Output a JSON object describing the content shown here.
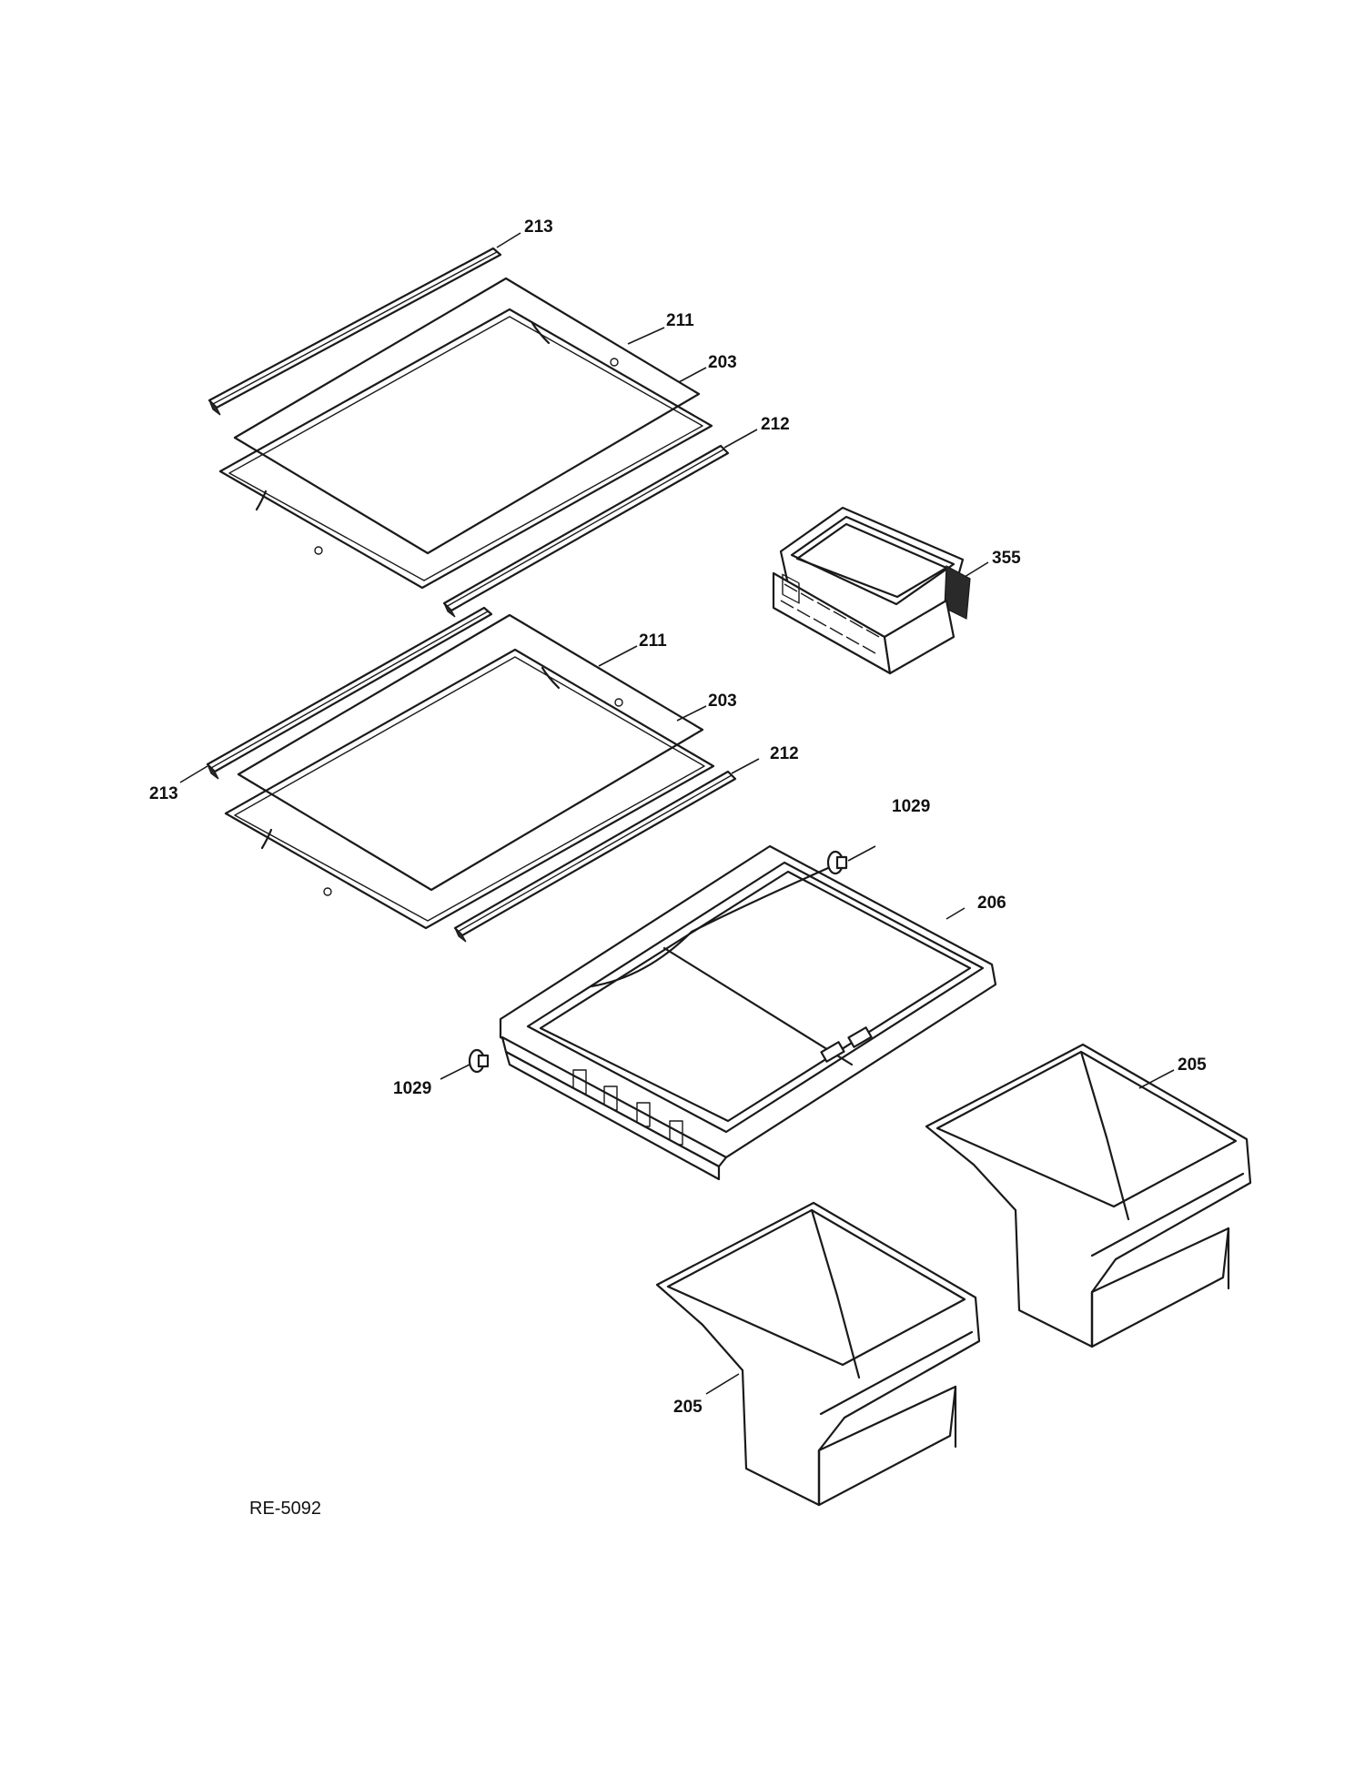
{
  "diagram": {
    "callouts": [
      {
        "id": "c213a",
        "label": "213"
      },
      {
        "id": "c211a",
        "label": "211"
      },
      {
        "id": "c203a",
        "label": "203"
      },
      {
        "id": "c212a",
        "label": "212"
      },
      {
        "id": "c355",
        "label": "355"
      },
      {
        "id": "c211b",
        "label": "211"
      },
      {
        "id": "c203b",
        "label": "203"
      },
      {
        "id": "c213b",
        "label": "213"
      },
      {
        "id": "c212b",
        "label": "212"
      },
      {
        "id": "c1029a",
        "label": "1029"
      },
      {
        "id": "c206",
        "label": "206"
      },
      {
        "id": "c1029b",
        "label": "1029"
      },
      {
        "id": "c205a",
        "label": "205"
      },
      {
        "id": "c205b",
        "label": "205"
      }
    ],
    "reference_code": "RE-5092"
  }
}
